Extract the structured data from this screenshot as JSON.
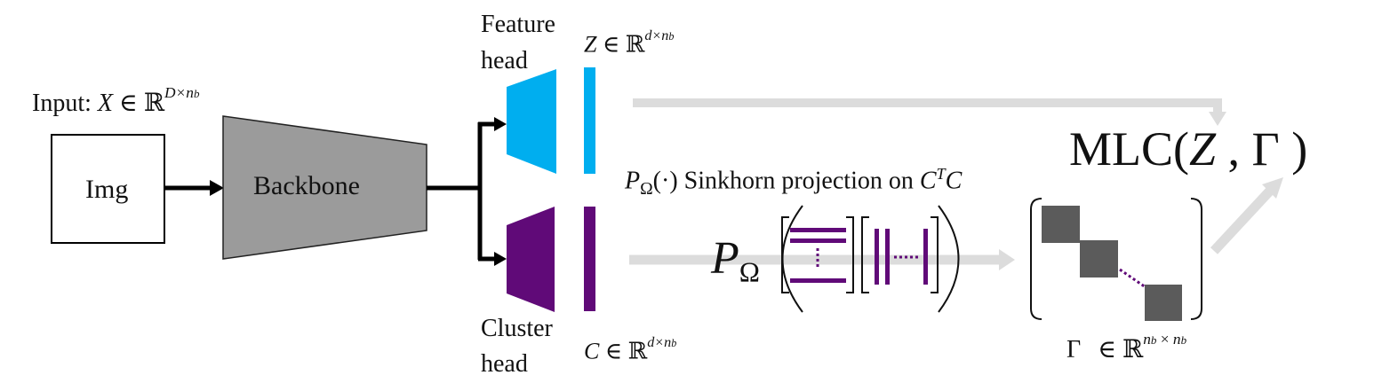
{
  "input": {
    "prefix": "Input: ",
    "var": "X",
    "rel": " ∈ ",
    "set": "ℝ",
    "dims": "D×n",
    "dims_sub": "b"
  },
  "img_box": {
    "label": "Img"
  },
  "backbone": {
    "label": "Backbone"
  },
  "feature_head": {
    "label_line1": "Feature",
    "label_line2": "head",
    "color": "#00AEEF",
    "var": "Z",
    "rel": " ∈ ",
    "set": "ℝ",
    "dims": "d×n",
    "dims_sub": "b"
  },
  "cluster_head": {
    "label_line1": "Cluster",
    "label_line2": "head",
    "color": "#600A78",
    "var": "C",
    "rel": " ∈ ",
    "set": "ℝ",
    "dims": "d×n",
    "dims_sub": "b"
  },
  "sinkhorn": {
    "op": "P",
    "op_sub": "Ω",
    "arg": "(·)",
    "text": " Sinkhorn projection on ",
    "var": "C",
    "sup": "T",
    "var2": "C"
  },
  "big_projection": {
    "op": "P",
    "op_sub": "Ω"
  },
  "mlc": {
    "prefix": "MLC(",
    "z": "Z",
    "sep": " , ",
    "gamma": "Γ",
    "suffix": " )"
  },
  "gamma": {
    "symbol": "Γ",
    "rel": " ∈ ",
    "set": "ℝ",
    "dims_a": "n",
    "sub_a": "b",
    "times": " × ",
    "dims_b": "n",
    "sub_b": "b"
  },
  "colors": {
    "backbone_fill": "#9B9B9B",
    "arrow_gray": "#DCDCDC",
    "block_gray": "#5B5B5B",
    "feature": "#00AEEF",
    "cluster": "#600A78"
  }
}
